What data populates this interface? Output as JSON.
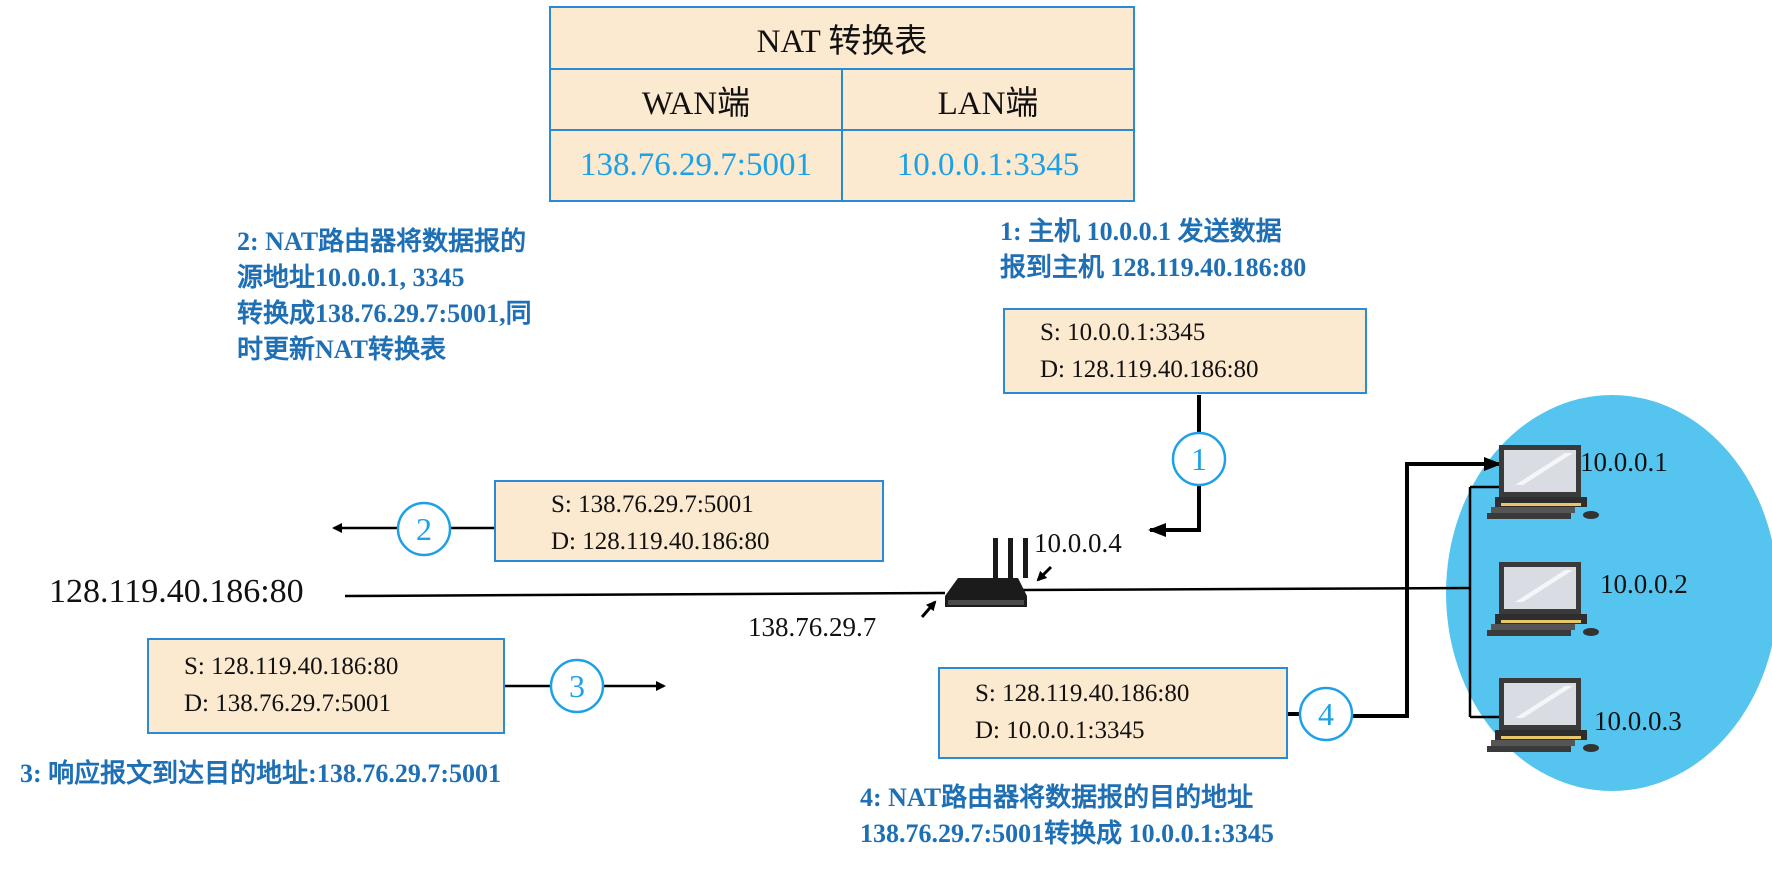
{
  "nat_table": {
    "title": "NAT 转换表",
    "col_wan": "WAN端",
    "col_lan": "LAN端",
    "wan_value": "138.76.29.7:5001",
    "lan_value": "10.0.0.1:3345"
  },
  "annotations": {
    "step1": [
      "1: 主机 10.0.0.1 发送数据",
      "报到主机 128.119.40.186:80"
    ],
    "step2": [
      "2: NAT路由器将数据报的",
      "源地址10.0.0.1, 3345",
      "转换成138.76.29.7:5001,同",
      "时更新NAT转换表"
    ],
    "step3": [
      "3: 响应报文到达目的地址:138.76.29.7:5001"
    ],
    "step4": [
      "4: NAT路由器将数据报的目的地址",
      "138.76.29.7:5001转换成 10.0.0.1:3345"
    ]
  },
  "packets": {
    "p1": {
      "src": "S: 10.0.0.1:3345",
      "dst": "D: 128.119.40.186:80"
    },
    "p2": {
      "src": "S: 138.76.29.7:5001",
      "dst": "D: 128.119.40.186:80"
    },
    "p3": {
      "src": "S: 128.119.40.186:80",
      "dst": "D: 138.76.29.7:5001"
    },
    "p4": {
      "src": "S: 128.119.40.186:80",
      "dst": "D: 10.0.0.1:3345"
    }
  },
  "steps": [
    "1",
    "2",
    "3",
    "4"
  ],
  "labels": {
    "server": "128.119.40.186:80",
    "router_wan": "138.76.29.7",
    "router_lan": "10.0.0.4",
    "host1": "10.0.0.1",
    "host2": "10.0.0.2",
    "host3": "10.0.0.3"
  },
  "colors": {
    "accent_blue": "#1f6fb5",
    "step_circle": "#1da1e6",
    "lan_cloud": "#55c5ef",
    "packet_fill": "#fbe9d0"
  }
}
